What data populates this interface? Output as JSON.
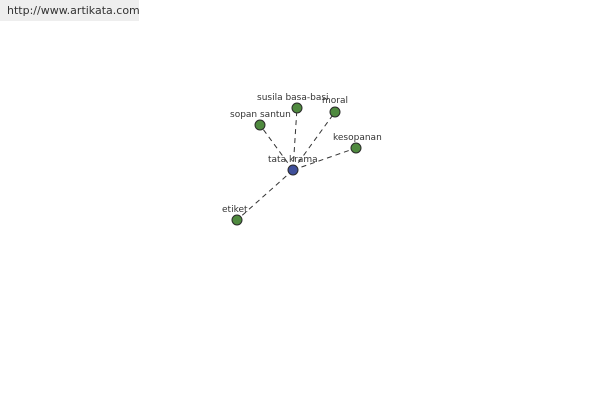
{
  "site_url": "http://www.artikata.com",
  "colors": {
    "center_node": "#3f4f9a",
    "leaf_node": "#4f8a3f",
    "node_stroke": "#2a2a2a",
    "edge": "#333333"
  },
  "center": {
    "label": "tata krama"
  },
  "nodes": [
    {
      "id": "sopan",
      "label": "sopan santun"
    },
    {
      "id": "susila",
      "label": "susila basa-basi"
    },
    {
      "id": "moral",
      "label": "moral"
    },
    {
      "id": "kesopanan",
      "label": "kesopanan"
    },
    {
      "id": "etiket",
      "label": "etiket"
    }
  ]
}
